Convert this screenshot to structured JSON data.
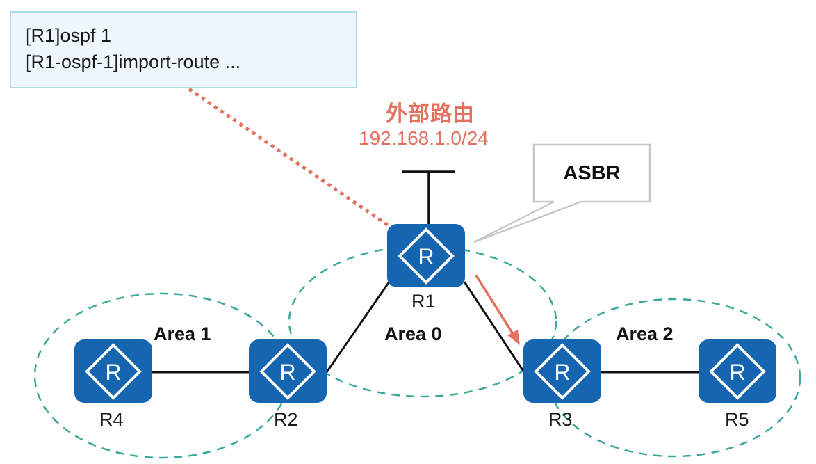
{
  "command_box": {
    "lines": [
      "[R1]ospf 1",
      "[R1-ospf-1]import-route ..."
    ]
  },
  "external_route": {
    "title": "外部路由",
    "prefix": "192.168.1.0/24"
  },
  "callout": {
    "label": "ASBR"
  },
  "routers": [
    {
      "id": "R1",
      "label": "R1"
    },
    {
      "id": "R2",
      "label": "R2"
    },
    {
      "id": "R3",
      "label": "R3"
    },
    {
      "id": "R4",
      "label": "R4"
    },
    {
      "id": "R5",
      "label": "R5"
    }
  ],
  "areas": [
    {
      "id": "area0",
      "label": "Area 0"
    },
    {
      "id": "area1",
      "label": "Area 1"
    },
    {
      "id": "area2",
      "label": "Area 2"
    }
  ],
  "links": [
    {
      "from": "R4",
      "to": "R2"
    },
    {
      "from": "R2",
      "to": "R1"
    },
    {
      "from": "R1",
      "to": "R3"
    },
    {
      "from": "R3",
      "to": "R5"
    }
  ],
  "colors": {
    "router_fill": "#1565b0",
    "area_border": "#3aa89a",
    "accent_red": "#e4705f",
    "callout_border": "#c8c8c8",
    "command_bg": "#eef8fc",
    "command_border": "#a9dcef"
  }
}
